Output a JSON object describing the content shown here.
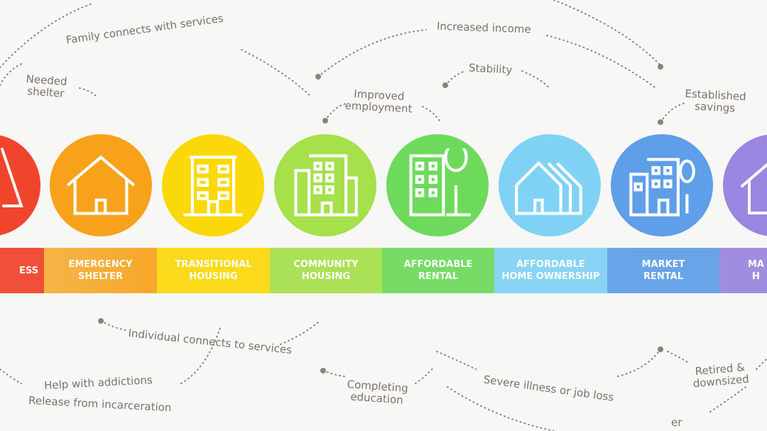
{
  "stages": [
    {
      "label": "ESS",
      "color": "#f0442c"
    },
    {
      "label": "EMERGENCY\nSHELTER",
      "color": "#f7a21a"
    },
    {
      "label": "TRANSITIONAL\nHOUSING",
      "color": "#fbd80a"
    },
    {
      "label": "COMMUNITY\nHOUSING",
      "color": "#a6e04a"
    },
    {
      "label": "AFFORDABLE\nRENTAL",
      "color": "#6dda5c"
    },
    {
      "label": "AFFORDABLE\nHOME OWNERSHIP",
      "color": "#80d2f4"
    },
    {
      "label": "MARKET\nRENTAL",
      "color": "#5f9ee8"
    },
    {
      "label": "MA\nH",
      "color": "#9a86e0"
    }
  ],
  "top_labels": {
    "family": "Family connects with services",
    "needed_shelter": "Needed\nshelter",
    "increased_income": "Increased income",
    "stability": "Stability",
    "improved_employment": "Improved\nemployment",
    "established_savings": "Established\nsavings"
  },
  "bottom_labels": {
    "individual": "Individual connects to services",
    "help_addictions": "Help with addictions",
    "release": "Release from incarceration",
    "completing_education": "Completing\neducation",
    "severe_illness": "Severe illness or job loss",
    "retired": "Retired &\ndownsized",
    "partial": "er"
  }
}
